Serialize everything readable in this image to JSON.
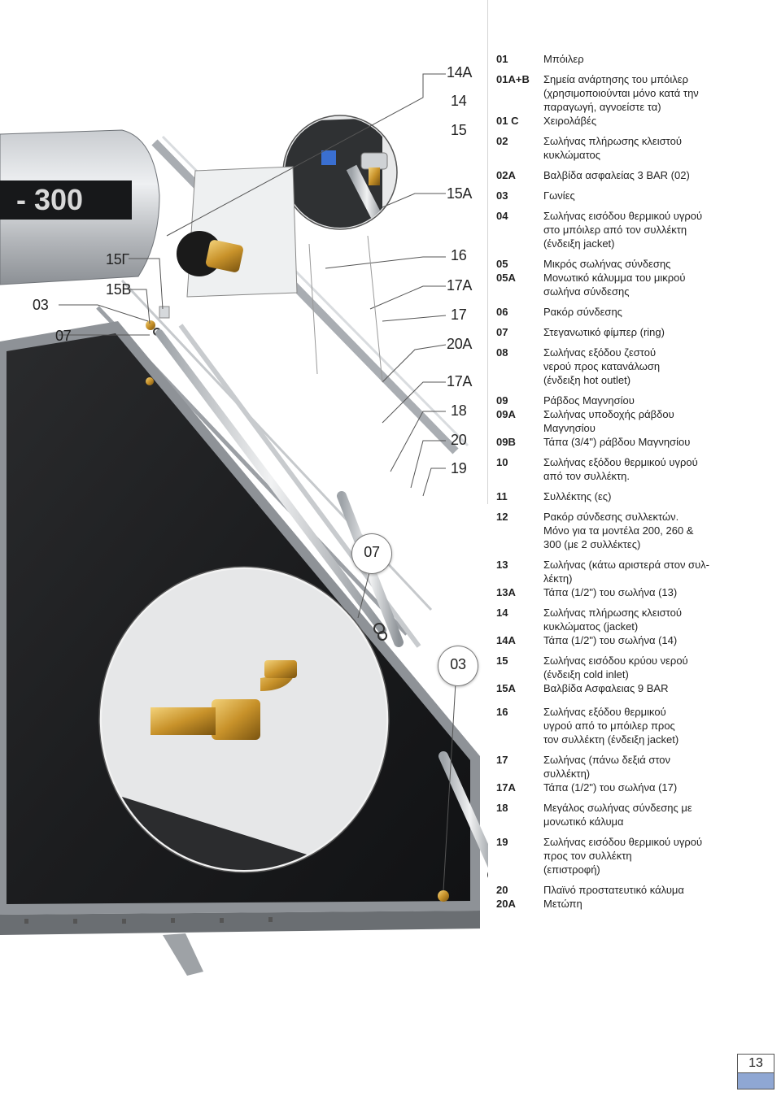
{
  "illustration": {
    "tank_label": "- 300",
    "callouts": {
      "c14a": "14A",
      "c14": "14",
      "c15": "15",
      "c15a": "15A",
      "c16": "16",
      "c17a_top": "17A",
      "c17": "17",
      "c20a": "20A",
      "c17a_mid": "17A",
      "c18": "18",
      "c20": "20",
      "c19": "19",
      "c15g": "15Γ",
      "c15b": "15B",
      "c03_left": "03",
      "c07_left": "07",
      "c07_bubble": "07",
      "c03_bubble": "03"
    }
  },
  "legend": [
    {
      "code": "01",
      "lines": [
        "Μπόιλερ"
      ]
    },
    {
      "code": "01Α+Β",
      "lines": [
        "Σημεία ανάρτησης του μπόιλερ",
        "(χρησιμοποιούνται μόνο κατά την",
        "παραγωγή, αγνοείστε τα)"
      ]
    },
    {
      "code": "01 C",
      "lines": [
        "Χειρολάβές"
      ]
    },
    {
      "code": "02",
      "lines": [
        "Σωλήνας πλήρωσης κλειστού",
        "κυκλώματος"
      ]
    },
    {
      "code": "02Α",
      "lines": [
        "Βαλβίδα ασφαλείας 3 BAR (02)"
      ]
    },
    {
      "code": "03",
      "lines": [
        "Γωνίες"
      ]
    },
    {
      "code": "04",
      "lines": [
        "Σωλήνας εισόδου θερμικού υγρού",
        "στο μπόιλερ από τον συλλέκτη",
        "(ένδειξη jacket)"
      ]
    },
    {
      "code": "05",
      "lines": [
        "Μικρός σωλήνας σύνδεσης"
      ]
    },
    {
      "code": "05Α",
      "lines": [
        "Μονωτικό κάλυμμα του μικρού",
        "σωλήνα σύνδεσης"
      ]
    },
    {
      "code": "06",
      "lines": [
        "Ρακόρ σύνδεσης"
      ]
    },
    {
      "code": "07",
      "lines": [
        "Στεγανωτικό φίμπερ (ring)"
      ]
    },
    {
      "code": "08",
      "lines": [
        "Σωλήνας εξόδου ζεστού",
        "νερού προς κατανάλωση",
        "(ένδειξη hot outlet)"
      ]
    },
    {
      "code": "09",
      "lines": [
        "Ράβδος Μαγνησίου"
      ]
    },
    {
      "code": "09Α",
      "lines": [
        "Σωλήνας υποδοχής ράβδου",
        "Μαγνησίου"
      ]
    },
    {
      "code": "09Β",
      "lines": [
        "Τάπα (3/4\") ράβδου Μαγνησίου"
      ]
    },
    {
      "code": "10",
      "lines": [
        "Σωλήνας εξόδου θερμικού υγρού",
        "από τον συλλέκτη."
      ]
    },
    {
      "code": "11",
      "lines": [
        "Συλλέκτης (ες)"
      ]
    },
    {
      "code": "12",
      "lines": [
        "Ρακόρ σύνδεσης συλλεκτών.",
        "Μόνο για τα μοντέλα 200, 260 &",
        "300 (με 2 συλλέκτες)"
      ]
    },
    {
      "code": "13",
      "lines": [
        "Σωλήνας (κάτω αριστερά στον συλ-",
        "λέκτη)"
      ]
    },
    {
      "code": "13Α",
      "lines": [
        "Τάπα (1/2\") του σωλήνα (13)"
      ]
    },
    {
      "code": "14",
      "lines": [
        "Σωλήνας πλήρωσης κλειστού",
        "κυκλώματος (jacket)"
      ]
    },
    {
      "code": "14Α",
      "lines": [
        "Τάπα (1/2\") του σωλήνα (14)"
      ]
    },
    {
      "code": "15",
      "lines": [
        "Σωλήνας εισόδου κρύου νερού",
        "(ένδειξη cold inlet)"
      ]
    },
    {
      "code": "15Α",
      "lines": [
        "Βαλβίδα Ασφαλειας 9 BAR"
      ]
    },
    {
      "code": "16",
      "lines": [
        "Σωλήνας εξόδου θερμικού",
        "υγρού από το μπόιλερ προς",
        "τον συλλέκτη (ένδειξη jacket)"
      ]
    },
    {
      "code": "17",
      "lines": [
        "Σωλήνας (πάνω δεξιά στον",
        "συλλέκτη)"
      ]
    },
    {
      "code": "17Α",
      "lines": [
        "Τάπα  (1/2\") του σωλήνα (17)"
      ]
    },
    {
      "code": "18",
      "lines": [
        "Μεγάλος σωλήνας σύνδεσης με",
        "μονωτικό κάλυμα"
      ]
    },
    {
      "code": "19",
      "lines": [
        "Σωλήνας εισόδου θερμικού υγρού",
        "προς τον συλλέκτη",
        "(επιστροφή)"
      ]
    },
    {
      "code": "20",
      "lines": [
        "Πλαϊνό προστατευτικό κάλυμα"
      ]
    },
    {
      "code": "20Α",
      "lines": [
        "Μετώπη"
      ]
    }
  ],
  "page_number": "13"
}
